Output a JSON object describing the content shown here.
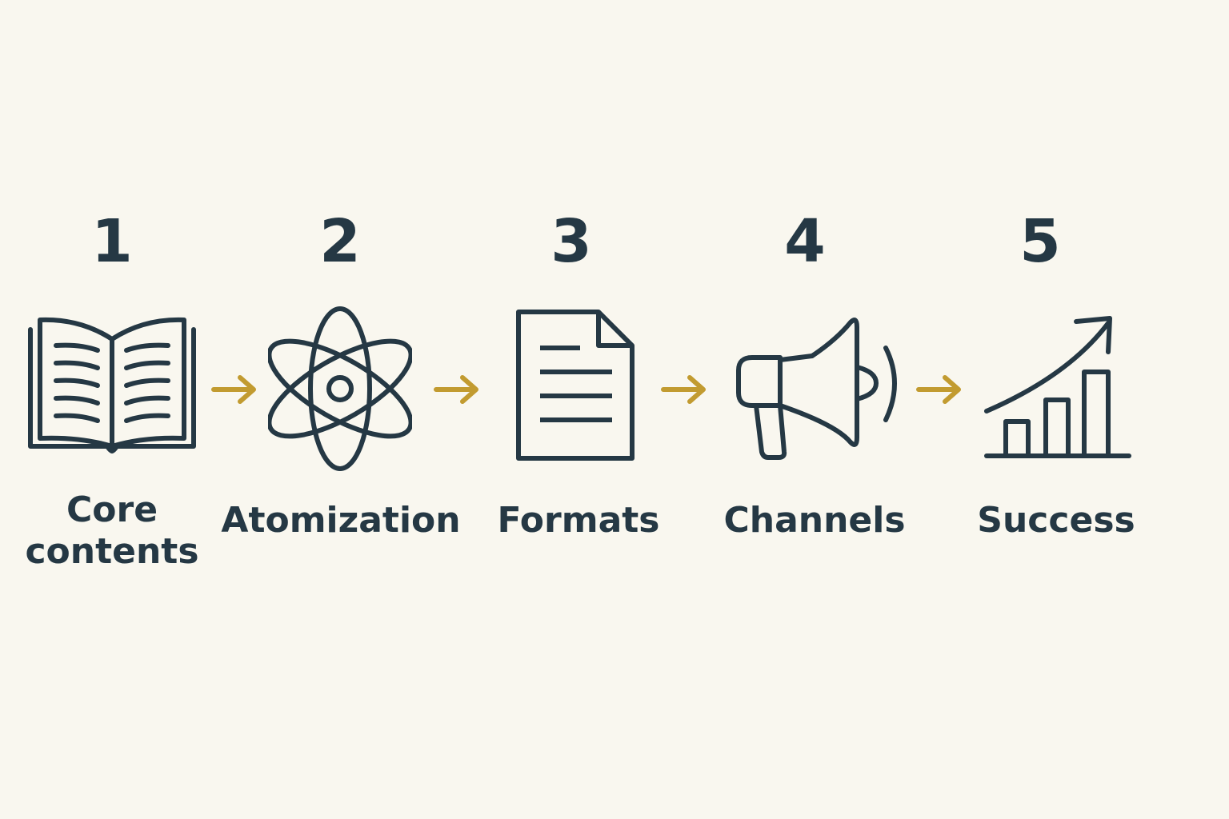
{
  "colors": {
    "background": "#f9f7ef",
    "ink": "#253844",
    "arrow": "#c29b30"
  },
  "steps": [
    {
      "number": "1",
      "label": "Core\ncontents",
      "icon": "open-book-icon"
    },
    {
      "number": "2",
      "label": "Atomization",
      "icon": "atom-icon"
    },
    {
      "number": "3",
      "label": "Formats",
      "icon": "document-icon"
    },
    {
      "number": "4",
      "label": "Channels",
      "icon": "megaphone-icon"
    },
    {
      "number": "5",
      "label": "Success",
      "icon": "growth-chart-icon"
    }
  ],
  "connectors": [
    "arrow-right-icon",
    "arrow-right-icon",
    "arrow-right-icon",
    "arrow-right-icon"
  ]
}
